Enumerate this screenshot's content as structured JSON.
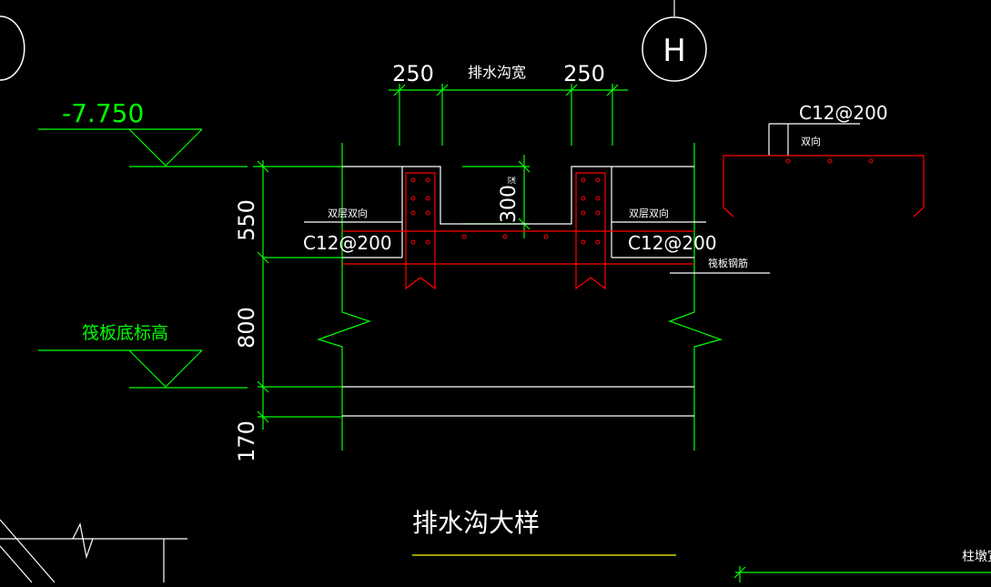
{
  "colors": {
    "background": "#000000",
    "dimension": "#00ff00",
    "outline": "#ffffff",
    "rebar": "#ff0000",
    "title_underline": "#ffff00"
  },
  "elevation_marks": {
    "top_value": "-7.750",
    "raft_bottom_label": "筏板底标高"
  },
  "axis_bubble": {
    "label": "H"
  },
  "dimensions": {
    "top_left_wall": "250",
    "drain_width": "排水沟宽",
    "top_right_wall": "250",
    "trench_depth": "300",
    "trench_depth_note": "深",
    "height_550": "550",
    "height_800": "800",
    "height_170": "170"
  },
  "rebar_notes": {
    "left_double_layer": "双层双向",
    "left_spec": "C12@200",
    "right_double_layer": "双层双向",
    "right_spec": "C12@200",
    "raft_rebar": "筏板钢筋",
    "detail_spec": "C12@200",
    "detail_two_way": "双向"
  },
  "title": "排水沟大样",
  "edge_text_right": "柱墩宽度"
}
